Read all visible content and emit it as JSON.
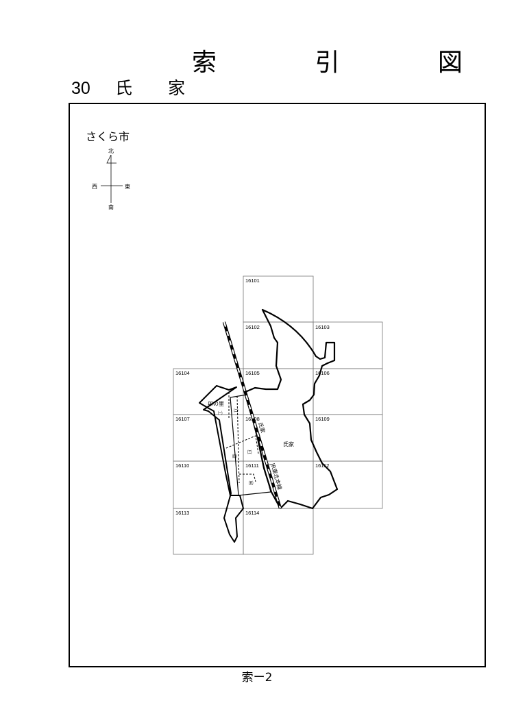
{
  "header": {
    "title": "索 引 図",
    "district_number": "30",
    "district_name": "氏 家"
  },
  "map": {
    "city": "さくら市",
    "compass": {
      "north": "北",
      "south": "南",
      "east": "東",
      "west": "西"
    },
    "sheets": [
      "16101",
      "16102",
      "16103",
      "16104",
      "16105",
      "16106",
      "16107",
      "16108",
      "16109",
      "16110",
      "16111",
      "16112",
      "16113",
      "16114"
    ],
    "area_labels": {
      "ujiie": "氏家",
      "unonosato": "卯の里",
      "station": "氏家",
      "railway": "JR東北本線"
    },
    "section_labels": [
      "㈠",
      "㈡",
      "㈢",
      "㈣",
      "㈤"
    ]
  },
  "footer": {
    "page_label": "索ー2"
  }
}
